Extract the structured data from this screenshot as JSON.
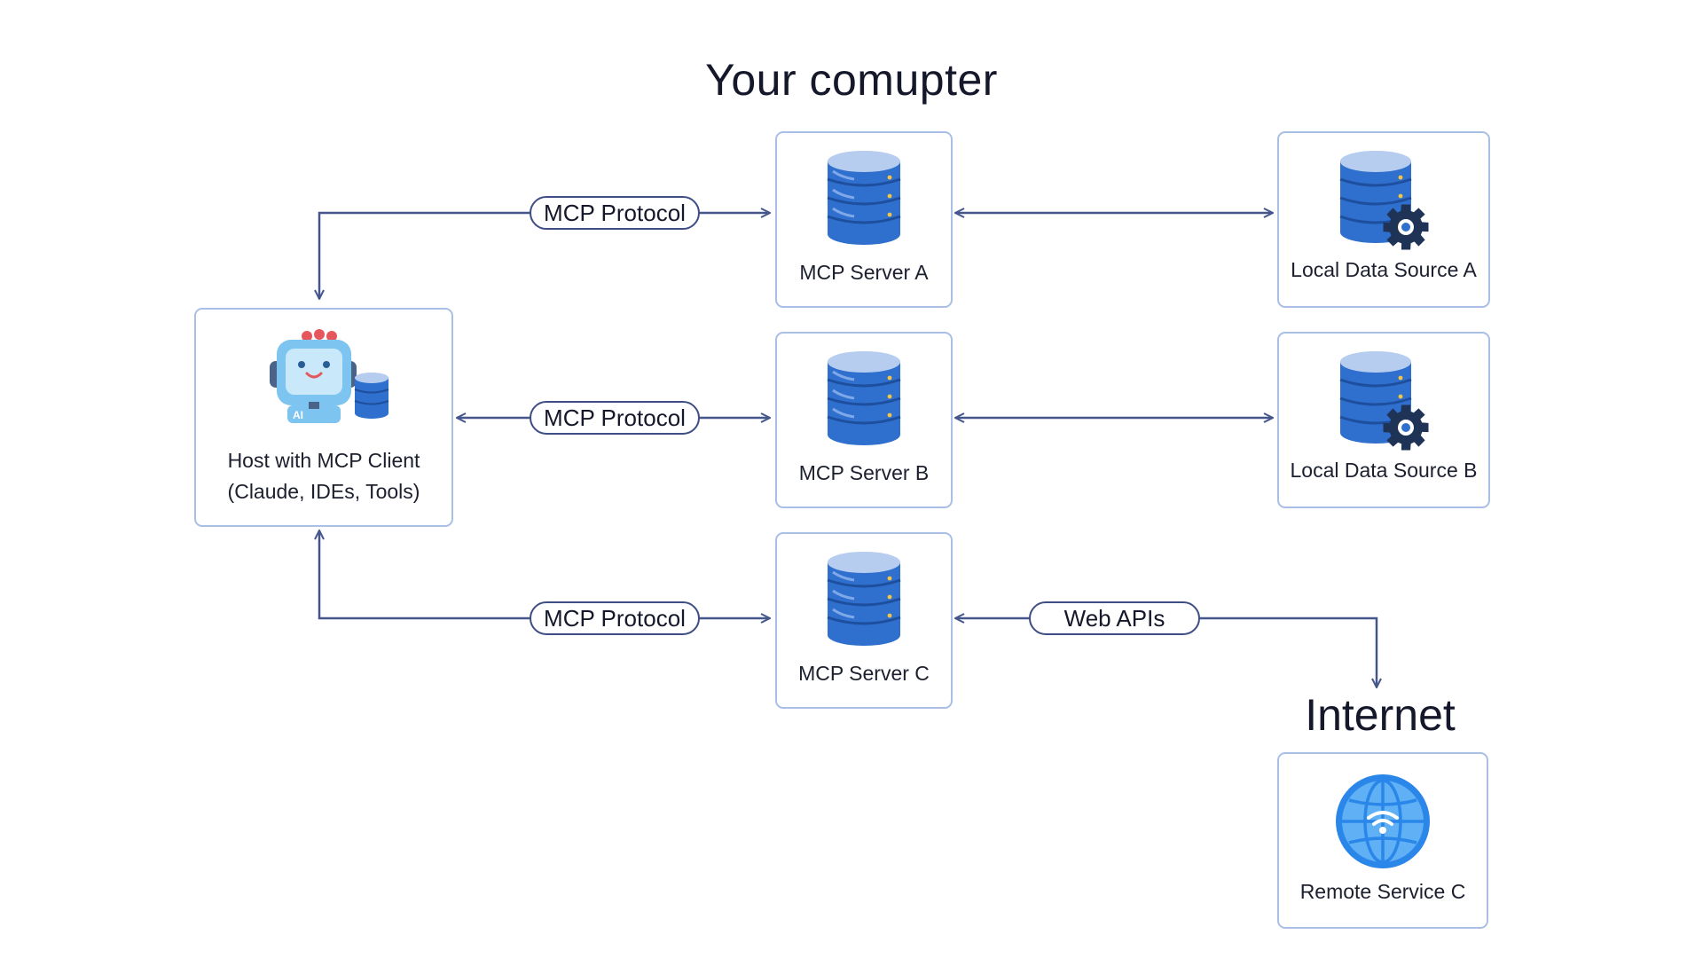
{
  "title": "Your comupter",
  "internet_title": "Internet",
  "host": {
    "line1": "Host with MCP Client",
    "line2": "(Claude, IDEs, Tools)",
    "icon": "robot-ai-icon"
  },
  "servers": [
    {
      "label": "MCP Server A",
      "icon": "server-icon"
    },
    {
      "label": "MCP Server B",
      "icon": "server-icon"
    },
    {
      "label": "MCP Server C",
      "icon": "server-icon"
    }
  ],
  "data_sources": [
    {
      "label": "Local Data Source A",
      "icon": "database-gear-icon"
    },
    {
      "label": "Local Data Source B",
      "icon": "database-gear-icon"
    }
  ],
  "remote": {
    "label": "Remote Service C",
    "icon": "globe-wifi-icon"
  },
  "connections": {
    "protocol_a": "MCP Protocol",
    "protocol_b": "MCP Protocol",
    "protocol_c": "MCP Protocol",
    "web_apis": "Web APIs"
  },
  "colors": {
    "line": "#44568c",
    "card_border": "#a9bfe6",
    "server_blue": "#2f6fce",
    "server_light": "#b7cdf0"
  }
}
